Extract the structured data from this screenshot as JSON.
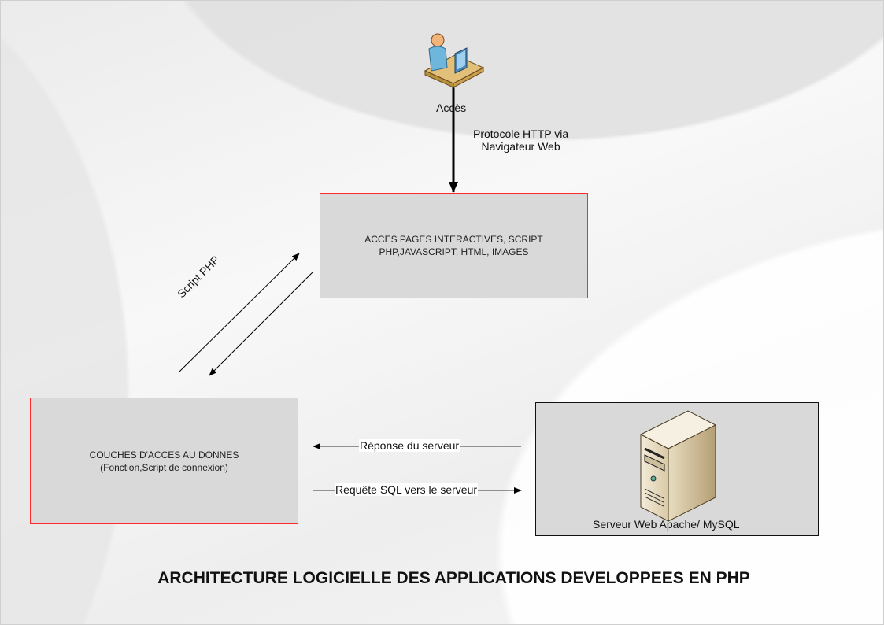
{
  "user": {
    "label": "Accès"
  },
  "http": {
    "line1": "Protocole HTTP via",
    "line2": "Navigateur Web"
  },
  "pages_box": {
    "line1": "ACCES PAGES INTERACTIVES, SCRIPT",
    "line2": "PHP,JAVASCRIPT, HTML, IMAGES"
  },
  "script_label": "Script PHP",
  "data_layer_box": {
    "line1": "COUCHES D'ACCES AU DONNES",
    "line2": "(Fonction,Script de connexion)"
  },
  "response_label": "Réponse du serveur",
  "request_label": "Requête SQL vers le serveur",
  "server": {
    "label": "Serveur Web Apache/ MySQL",
    "icon": "server-tower-icon"
  },
  "title": "ARCHITECTURE LOGICIELLE DES APPLICATIONS DEVELOPPEES EN PHP",
  "colors": {
    "box_fill": "#d9d9d9",
    "box_border": "#ff2a2a"
  }
}
